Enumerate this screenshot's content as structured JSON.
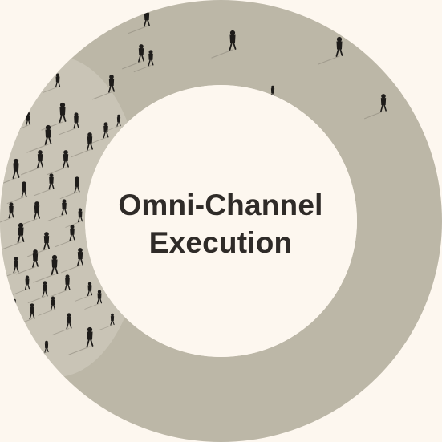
{
  "title": {
    "line1": "Omni-Channel",
    "line2": "Execution"
  },
  "colors": {
    "background": "#fdf7ef",
    "ring": "#bcb7a7",
    "center": "#fdf7ef",
    "text": "#2f2b28",
    "figures": "#1e1c1a"
  },
  "illustration": "crowd of walking people (sketch) inside ring"
}
